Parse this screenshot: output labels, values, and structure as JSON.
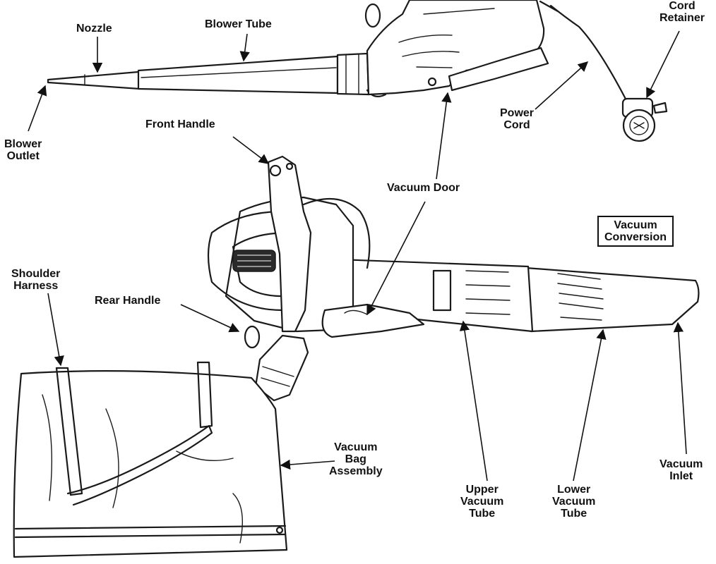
{
  "labels": {
    "nozzle": "Nozzle",
    "blower_tube": "Blower Tube",
    "cord_retainer": "Cord\nRetainer",
    "blower_outlet": "Blower\nOutlet",
    "front_handle": "Front Handle",
    "power_cord": "Power\nCord",
    "vacuum_door": "Vacuum Door",
    "vacuum_conversion": "Vacuum\nConversion",
    "shoulder_harness": "Shoulder\nHarness",
    "rear_handle": "Rear Handle",
    "vacuum_bag_assembly": "Vacuum\nBag\nAssembly",
    "upper_vacuum_tube": "Upper\nVacuum\nTube",
    "lower_vacuum_tube": "Lower\nVacuum\nTube",
    "vacuum_inlet": "Vacuum\nInlet"
  }
}
